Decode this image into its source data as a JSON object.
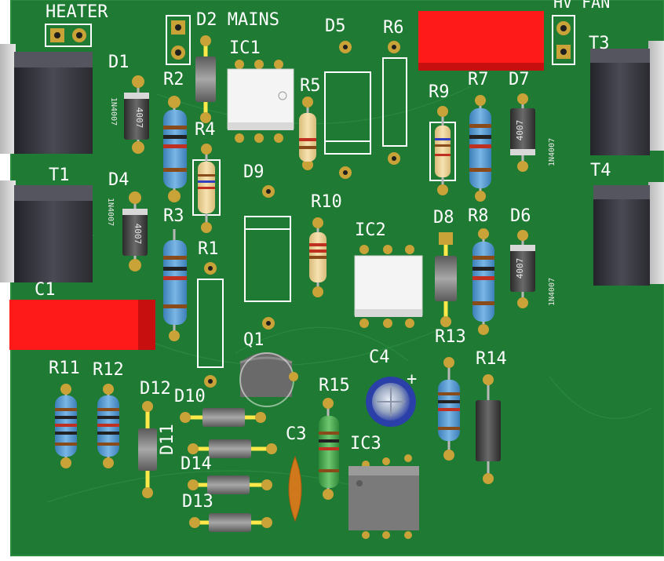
{
  "colors": {
    "board": "#1f7a33",
    "silk": "#ffffff",
    "pad": "#c9a238",
    "relay": "#ff1a1a",
    "heatsink": "#3a3a44"
  },
  "labels": {
    "heater": "HEATER",
    "d2_mains": "D2 MAINS",
    "ic1": "IC1",
    "d5": "D5",
    "r6": "R6",
    "hv_fan": "HV FAN",
    "t3": "T3",
    "d1": "D1",
    "r2": "R2",
    "r5": "R5",
    "r9": "R9",
    "r7": "R7",
    "d7": "D7",
    "r4": "R4",
    "t1": "T1",
    "d4": "D4",
    "d9": "D9",
    "t4": "T4",
    "r3": "R3",
    "r10": "R10",
    "ic2": "IC2",
    "d8": "D8",
    "r8": "R8",
    "d6": "D6",
    "r1": "R1",
    "c1": "C1",
    "r13": "R13",
    "q1": "Q1",
    "c4": "C4",
    "r14": "R14",
    "r11": "R11",
    "r12": "R12",
    "d12": "D12",
    "d10": "D10",
    "r15": "R15",
    "d11": "D11",
    "c3": "C3",
    "ic3": "IC3",
    "d14": "D14",
    "d13": "D13",
    "plus": "+",
    "part_1n4007": "1N4007",
    "part_4007": "4007",
    "heater_top": "HEATER"
  }
}
